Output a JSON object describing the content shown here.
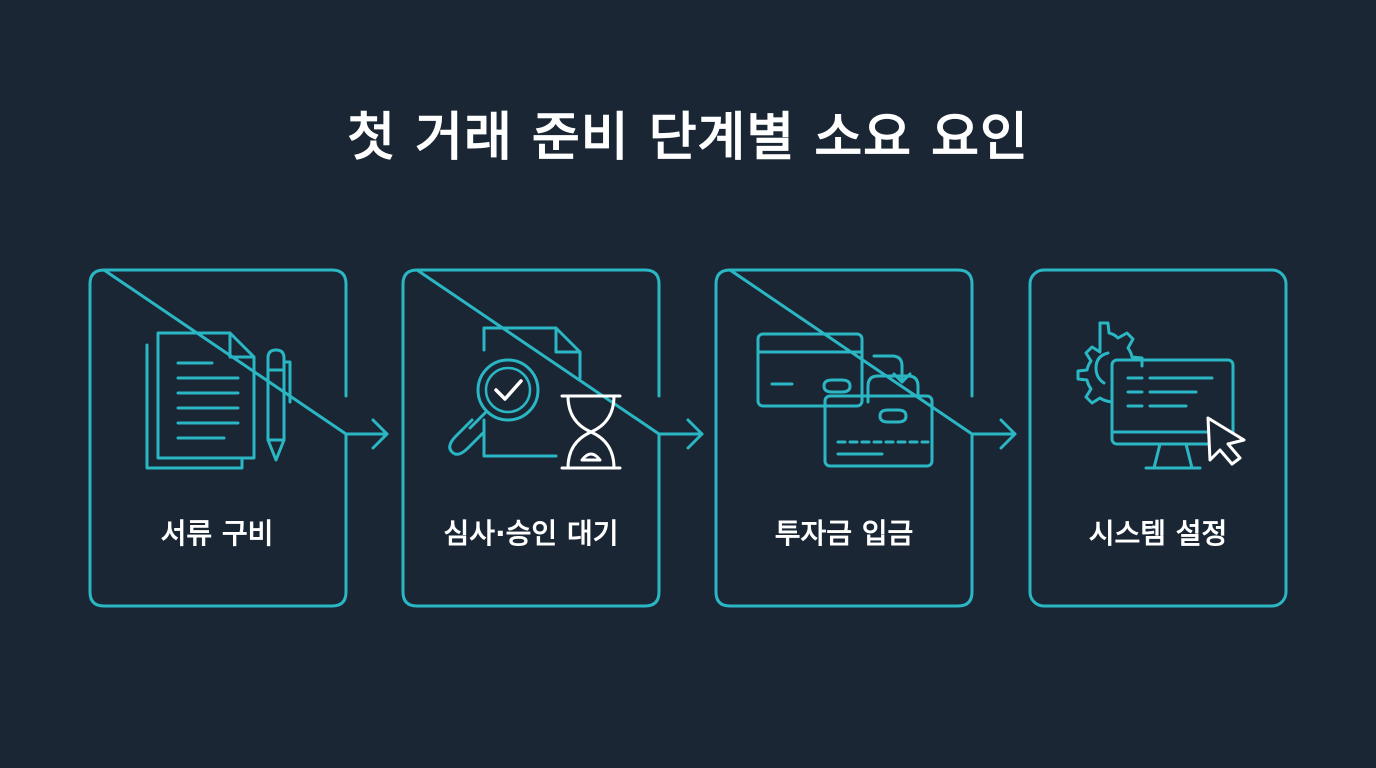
{
  "title": "첫 거래 준비 단계별 소요 요인",
  "accent_color": "#2bb6c4",
  "background_color": "#1a2634",
  "steps": [
    {
      "label": "서류 구비",
      "icon": "document-pen-icon"
    },
    {
      "label": "심사·승인 대기",
      "icon": "document-search-hourglass-icon"
    },
    {
      "label": "투자금 입금",
      "icon": "card-transfer-icon"
    },
    {
      "label": "시스템 설정",
      "icon": "gear-monitor-cursor-icon"
    }
  ]
}
